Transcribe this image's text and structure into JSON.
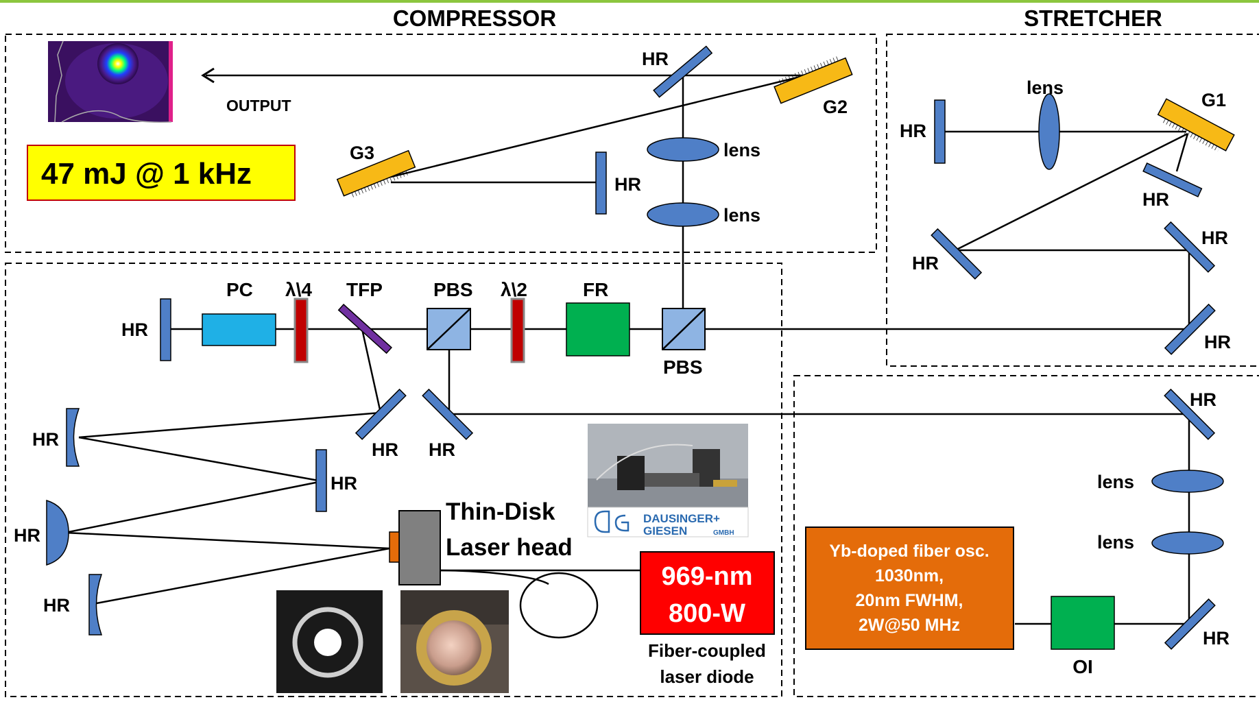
{
  "sections": {
    "compressor": "COMPRESSOR",
    "stretcher": "STRETCHER"
  },
  "output": {
    "label": "OUTPUT",
    "energy_label": "47 mJ @ 1 kHz"
  },
  "labels": {
    "hr": "HR",
    "lens": "lens",
    "g1": "G1",
    "g2": "G2",
    "g3": "G3",
    "pc": "PC",
    "quarter_wave": "λ\\4",
    "half_wave": "λ\\2",
    "tfp": "TFP",
    "pbs": "PBS",
    "fr": "FR",
    "oi": "OI",
    "thin_disk_1": "Thin-Disk",
    "thin_disk_2": "Laser head"
  },
  "diode": {
    "line1": "969-nm",
    "line2": "800-W",
    "caption1": "Fiber-coupled",
    "caption2": "laser diode"
  },
  "oscillator": {
    "line1": "Yb-doped fiber osc.",
    "line2": "1030nm,",
    "line3": "20nm FWHM,",
    "line4": "2W@50 MHz"
  },
  "logo": {
    "name1": "DAUSINGER+",
    "name2": "GIESEN",
    "suffix": "GMBH"
  },
  "colors": {
    "mirror": "#4f7fc7",
    "grating": "#f7b916",
    "pc": "#1fb0e6",
    "waveplate": "#c00000",
    "tfp": "#7030a0",
    "pbs": "#8eb4e3",
    "faraday": "#00b050",
    "diode": "#ff0000",
    "oscillator": "#e46c0a",
    "energy_box": "#ffff00",
    "top_rule": "#8cc63f"
  }
}
